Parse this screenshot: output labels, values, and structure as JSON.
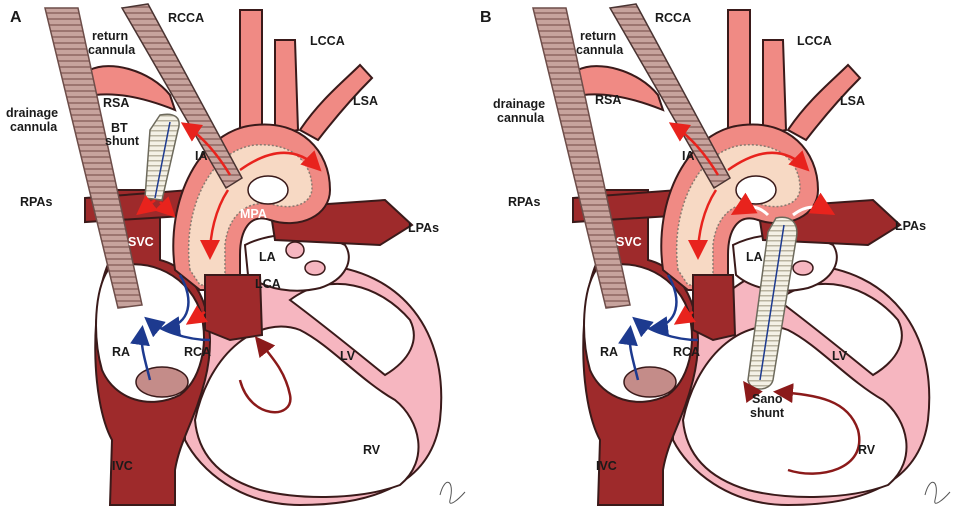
{
  "panels": [
    {
      "letter": "A",
      "labels": {
        "drainage_cannula": [
          "drainage",
          "cannula"
        ],
        "return_cannula": [
          "return",
          "cannula"
        ],
        "rcca": "RCCA",
        "lcca": "LCCA",
        "rsa": "RSA",
        "lsa": "LSA",
        "ia": "IA",
        "bt_shunt": [
          "BT",
          "shunt"
        ],
        "rpas": "RPAs",
        "lpas": "LPAs",
        "mpa": "MPA",
        "svc": "SVC",
        "la": "LA",
        "lca": "LCA",
        "ra": "RA",
        "rca": "RCA",
        "lv": "LV",
        "rv": "RV",
        "ivc": "IVC"
      }
    },
    {
      "letter": "B",
      "labels": {
        "drainage_cannula": [
          "drainage",
          "cannula"
        ],
        "return_cannula": [
          "return",
          "cannula"
        ],
        "rcca": "RCCA",
        "lcca": "LCCA",
        "rsa": "RSA",
        "lsa": "LSA",
        "ia": "IA",
        "rpas": "RPAs",
        "lpas": "LPAs",
        "svc": "SVC",
        "la": "LA",
        "ra": "RA",
        "rca": "RCA",
        "lv": "LV",
        "rv": "RV",
        "ivc": "IVC",
        "sano_shunt": [
          "Sano",
          "shunt"
        ]
      }
    }
  ],
  "colors": {
    "vein_dark": "#9e2a2b",
    "artery_light": "#f08a84",
    "aorta_fill": "#f7d9c4",
    "ventricle_pink": "#f6b6c0",
    "cannula": "#c9a7a2",
    "flow_red": "#e8231d",
    "flow_blue": "#1d3a8f",
    "flow_dark": "#8b1a1a"
  }
}
